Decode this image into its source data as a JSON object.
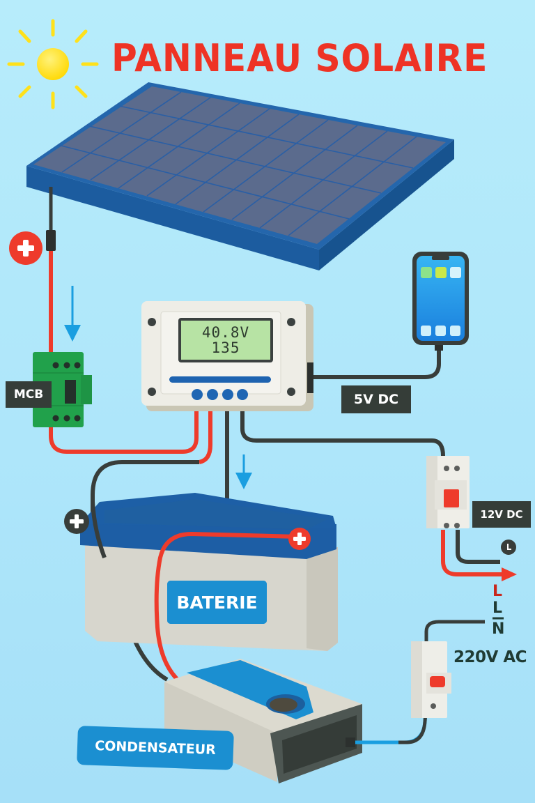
{
  "title": {
    "text": "PANNEAU SOLAIRE",
    "color": "#ee3325"
  },
  "colors": {
    "background": "#b2e9fb",
    "panel_blue": "#1f62a8",
    "cell_color": "#5a6d92",
    "wire_red": "#ee3b2b",
    "wire_black": "#383d3a",
    "flow_arrow": "#1a9ee0",
    "sun_yellow": "#ffe11a",
    "mcb_green": "#20a24c",
    "label_dark": "#353d38",
    "label_blue": "#1b8fd1"
  },
  "components": {
    "sun": {
      "icon": "sun-icon"
    },
    "solar_panel": {
      "rows": 4,
      "cols": 10,
      "icon": "solar-panel-icon"
    },
    "panel_terminal": {
      "symbol": "+",
      "icon": "plus-terminal-icon"
    },
    "mcb": {
      "label": "MCB"
    },
    "charge_controller": {
      "display_line_1": "40.8V",
      "display_line_2": "135",
      "buttons": 4
    },
    "phone": {
      "icon": "smartphone-icon"
    },
    "usb_output": {
      "label": "5V DC"
    },
    "dc_breaker": {
      "label": "12V DC"
    },
    "battery": {
      "label": "BATERIE",
      "terminal_positive": "+",
      "terminal_left": "+"
    },
    "inverter": {
      "label": "CONDENSATEUR"
    },
    "ac_output": {
      "line_label": "L",
      "neutral_label_top": "L",
      "neutral_label_bottom": "N",
      "voltage_label": "220V AC"
    }
  }
}
